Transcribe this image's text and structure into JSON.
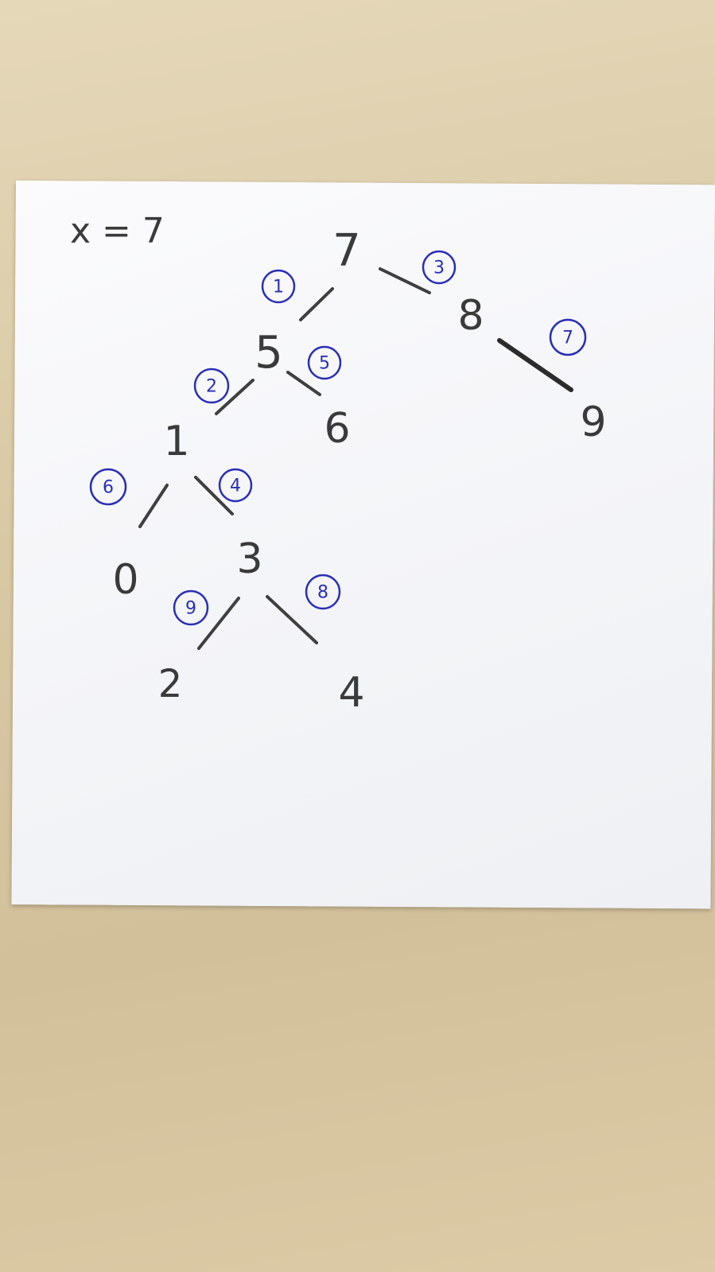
{
  "header": {
    "condition": "x = 7"
  },
  "tree": {
    "nodes": [
      "7",
      "5",
      "8",
      "1",
      "6",
      "9",
      "0",
      "3",
      "2",
      "4"
    ],
    "edges": [
      {
        "from": "7",
        "to": "5",
        "order": "1"
      },
      {
        "from": "5",
        "to": "1",
        "order": "2"
      },
      {
        "from": "7",
        "to": "8",
        "order": "3"
      },
      {
        "from": "1",
        "to": "3",
        "order": "4"
      },
      {
        "from": "5",
        "to": "6",
        "order": "5"
      },
      {
        "from": "1",
        "to": "0",
        "order": "6"
      },
      {
        "from": "8",
        "to": "9",
        "order": "7"
      },
      {
        "from": "3",
        "to": "4",
        "order": "8"
      },
      {
        "from": "3",
        "to": "2",
        "order": "9"
      }
    ]
  },
  "colors": {
    "pencil": "#3a3a3a",
    "pen_blue": "#2a2fb5",
    "paper": "#f5f6f9",
    "table": "#d8c8a4"
  }
}
